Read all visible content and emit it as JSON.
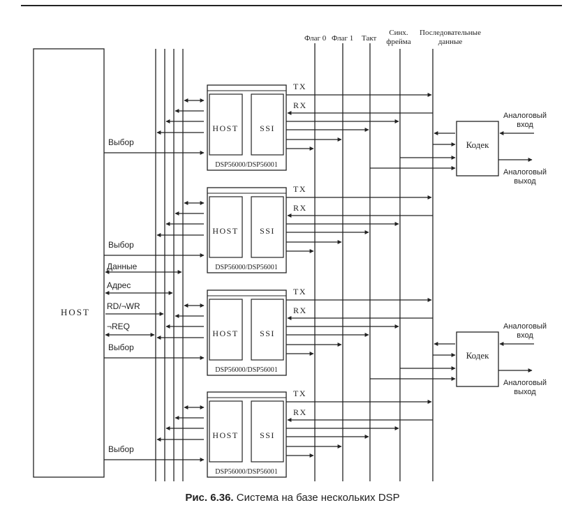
{
  "host_label": "HOST",
  "top_labels": {
    "flag0": "Флаг 0",
    "flag1": "Флаг 1",
    "clock": "Такт",
    "frame_sync": [
      "Синх.",
      "фрейма"
    ],
    "serial_data": [
      "Последовательные",
      "данные"
    ]
  },
  "bus_labels": {
    "data": "Данные",
    "address": "Адрес",
    "rdwr": "RD/¬WR",
    "req": "¬REQ"
  },
  "select_label": "Выбор",
  "dsp": {
    "host_block": "HOST",
    "ssi_block": "SSI",
    "model": "DSP56000/DSP56001",
    "tx": "TX",
    "rx": "RX",
    "count": 4
  },
  "codec": {
    "label": "Кодек",
    "analog_in": [
      "Аналоговый",
      "вход"
    ],
    "analog_out": [
      "Аналоговый",
      "выход"
    ]
  },
  "caption": {
    "prefix": "Рис. 6.36.",
    "text": "Система на базе нескольких DSP"
  }
}
